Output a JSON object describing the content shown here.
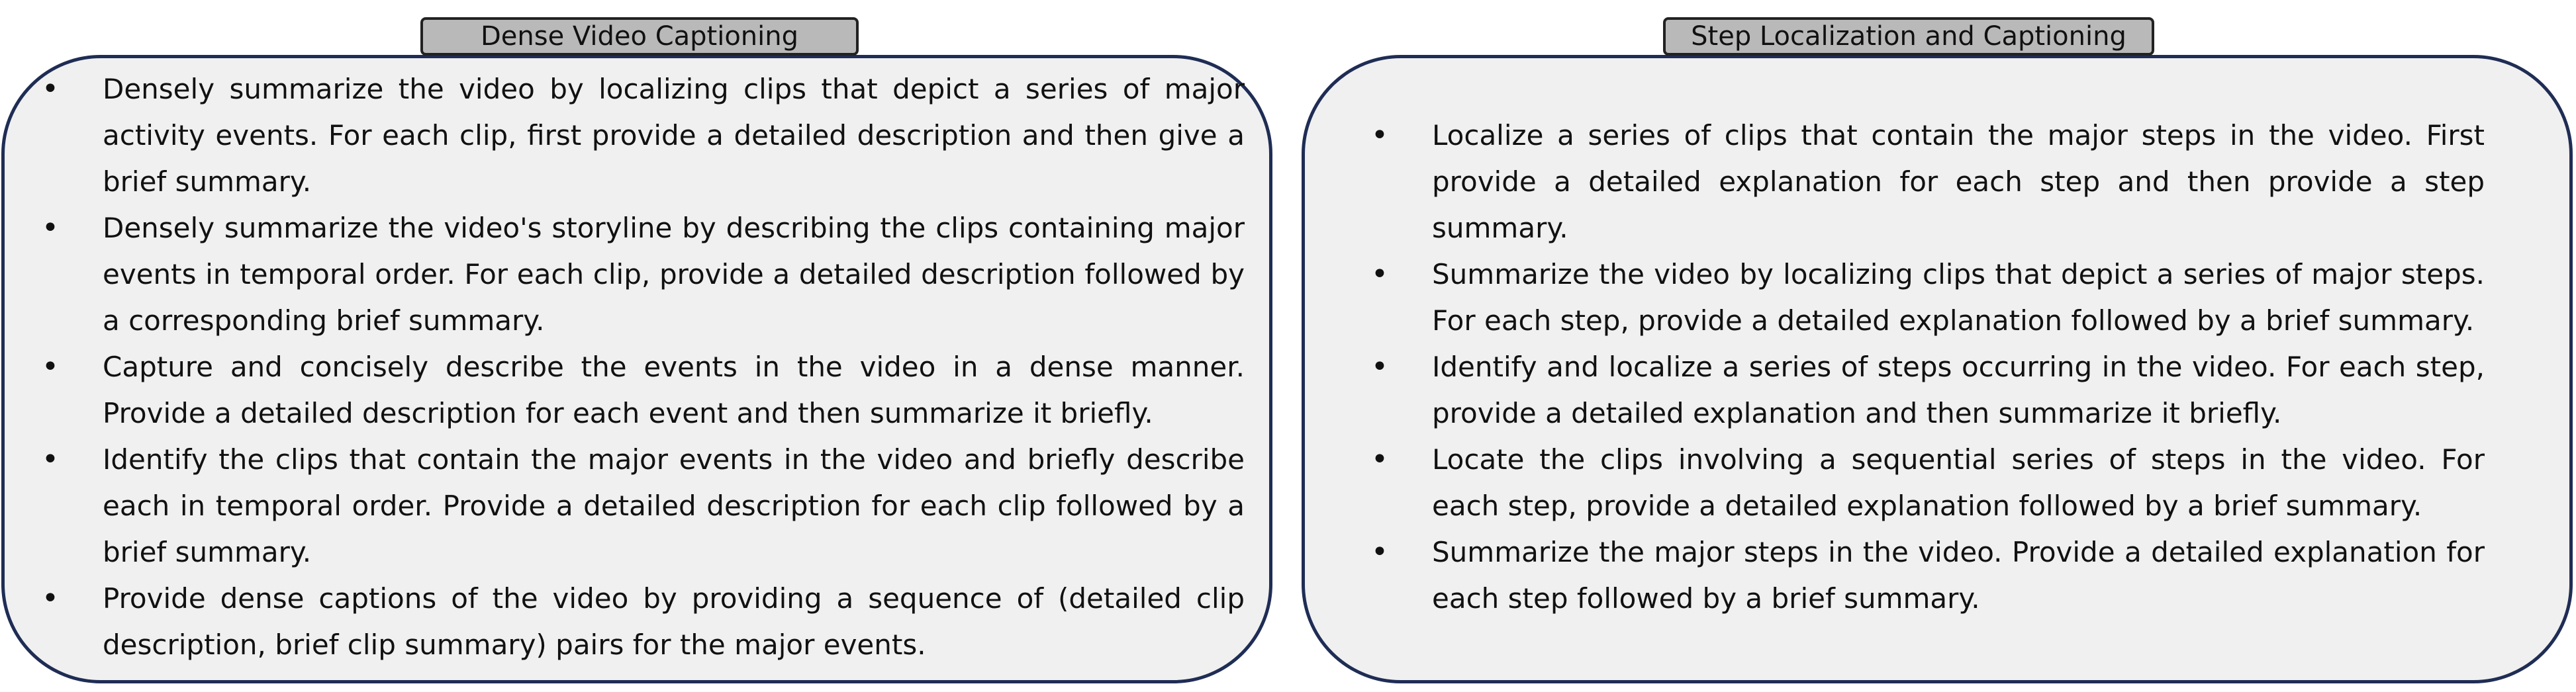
{
  "panels": {
    "left": {
      "title": "Dense Video Captioning",
      "items": [
        "Densely summarize the video by localizing clips that depict a series of major activity events. For each clip, first provide a detailed description and then give a brief summary.",
        "Densely summarize the video's storyline by describing the clips containing major events in temporal order. For each clip, provide a detailed description followed by a corresponding brief summary.",
        "Capture and concisely describe the events in the video in a dense manner. Provide a detailed description for each event and then summarize it briefly.",
        "Identify the clips that contain the major events in the video and briefly describe each in temporal order. Provide a detailed description for each clip followed by a brief summary.",
        "Provide dense captions of the video by providing a sequence of (detailed clip description, brief clip summary) pairs for the major events."
      ]
    },
    "right": {
      "title": "Step Localization and Captioning",
      "items": [
        "Localize a series of clips that contain the major steps in the video. First provide a detailed explanation for each step and then provide a step summary.",
        "Summarize the video by localizing clips that depict a series of major steps. For each step, provide a detailed explanation followed by a brief summary.",
        "Identify and localize a series of steps occurring in the video. For each step, provide a detailed explanation and then summarize it briefly.",
        "Locate the clips involving a sequential series of steps in the video. For each step, provide a detailed explanation followed by a brief summary.",
        "Summarize the major steps in the video. Provide a detailed explanation for each step followed by a brief summary."
      ]
    },
    "bullet_glyph": "•"
  },
  "colors": {
    "panel_border": "#1f2d55",
    "panel_fill": "#f0f0f0",
    "tab_fill": "#b9b9b9"
  }
}
